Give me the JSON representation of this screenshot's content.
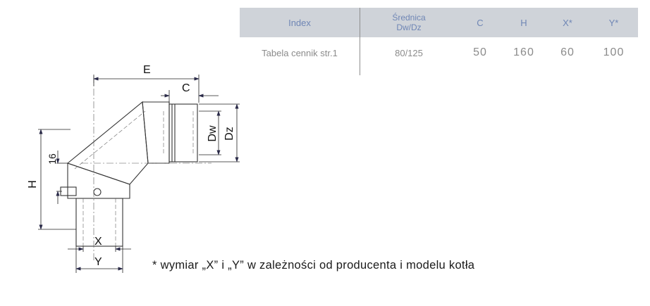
{
  "table": {
    "headers": {
      "index": "Index",
      "diameter_line1": "Średnica",
      "diameter_line2": "Dw/Dz",
      "c": "C",
      "h": "H",
      "x": "X*",
      "y": "Y*"
    },
    "row": {
      "index": "Tabela cennik str.1",
      "diameter": "80/125",
      "c": "50",
      "h": "160",
      "x": "60",
      "y": "100"
    }
  },
  "drawing": {
    "labels": {
      "e": "E",
      "c": "C",
      "dw": "Dw",
      "dz": "Dz",
      "sixteen": "16",
      "h": "H",
      "x": "X",
      "y": "Y"
    }
  },
  "footnote": "* wymiar „X” i „Y” w zależności od producenta i modelu kotła"
}
